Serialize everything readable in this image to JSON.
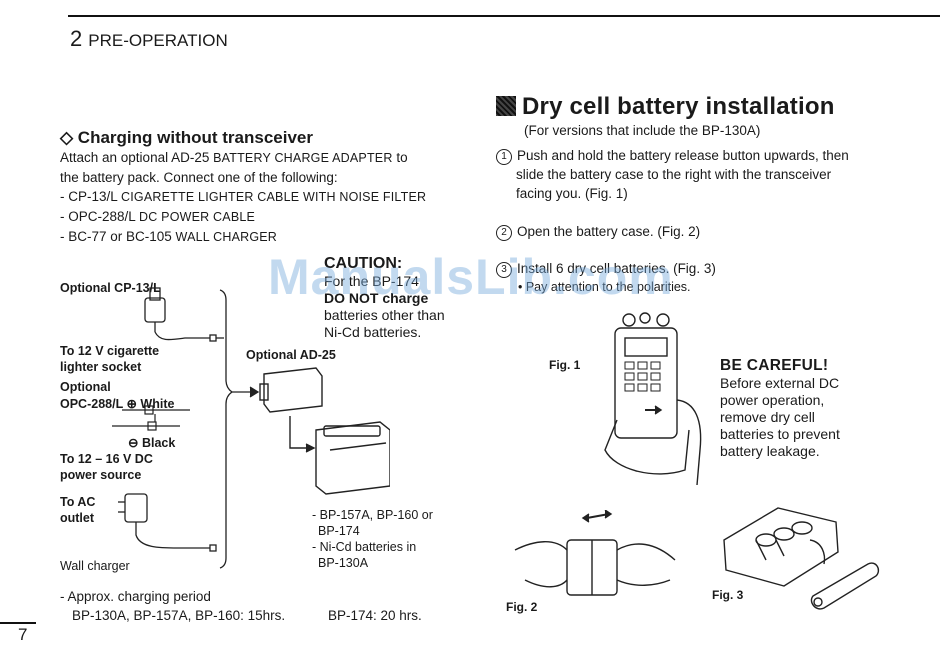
{
  "header": {
    "chapter_number": "2",
    "chapter_title": "PRE-OPERATION"
  },
  "left": {
    "heading": "◇ Charging without transceiver",
    "intro_line1_a": "Attach an optional  AD-25 ",
    "intro_line1_b": "BATTERY CHARGE ADAPTER",
    "intro_line1_c": " to",
    "intro_line2": "the battery pack.  Connect one of the following:",
    "list": [
      {
        "prefix": "- CP-13/L ",
        "rest": "CIGARETTE LIGHTER CABLE WITH NOISE FILTER"
      },
      {
        "prefix": "- OPC-288/L ",
        "rest": "DC POWER CABLE"
      },
      {
        "prefix": "- BC-77 or BC-105 ",
        "rest": "WALL CHARGER"
      }
    ],
    "caution_title": "CAUTION:",
    "caution_line1": "For the BP-174",
    "caution_line2": "DO NOT charge",
    "caution_line3": "batteries other than",
    "caution_line4": "Ni-Cd batteries.",
    "diagram": {
      "cp13": "Optional CP-13/L",
      "to12v_1": "To 12 V cigarette",
      "to12v_2": "lighter socket",
      "opc_1": "Optional",
      "opc_2": "OPC-288/L ⊕  White",
      "black": "⊖  Black",
      "dc_1": "To 12 – 16 V DC",
      "dc_2": "power source",
      "ac_1": "To AC",
      "ac_2": "outlet",
      "wall": "Wall charger",
      "ad25": "Optional AD-25",
      "bp_1": "- BP-157A, BP-160 or",
      "bp_2": "BP-174",
      "bp_3": "- Ni-Cd batteries in",
      "bp_4": "BP-130A"
    },
    "period_1": "- Approx. charging period",
    "period_2a": "BP-130A, BP-157A, BP-160: 15hrs.",
    "period_2b": "BP-174: 20 hrs."
  },
  "right": {
    "title": "Dry cell battery installation",
    "subtitle": "(For versions that include the BP-130A)",
    "step1_num": "1",
    "step1_a": "Push and hold the battery release button upwards, then",
    "step1_b": "slide the battery case to the right with the transceiver",
    "step1_c": "facing you. (Fig. 1)",
    "step2_num": "2",
    "step2": "Open the battery case. (Fig. 2)",
    "step3_num": "3",
    "step3": "Install 6 dry cell batteries. (Fig. 3)",
    "step3_bullet": "• Pay attention to the polarities.",
    "fig1": "Fig. 1",
    "fig2": "Fig. 2",
    "fig3": "Fig. 3",
    "careful_title": "BE CAREFUL!",
    "careful_1": "Before external DC",
    "careful_2": "power operation,",
    "careful_3": "remove dry cell",
    "careful_4": "batteries to prevent",
    "careful_5": "battery leakage."
  },
  "watermark": "ManualsLib.com",
  "page_number": "7"
}
